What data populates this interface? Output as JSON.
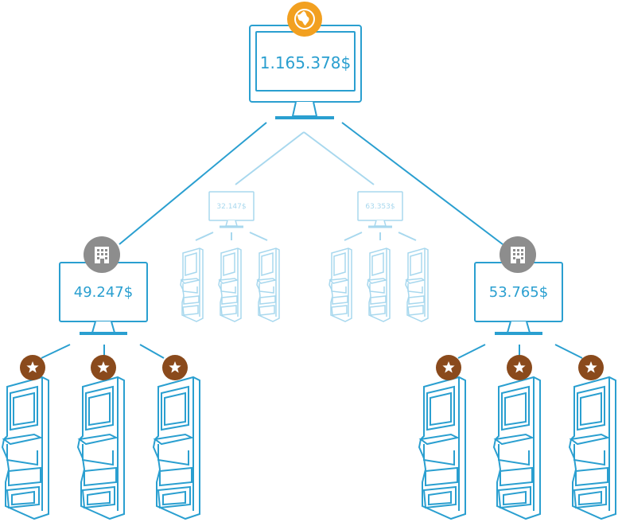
{
  "colors": {
    "line": "#2a9fd0",
    "line_faded": "#a8d8ee",
    "globe_badge": "#f2a020",
    "location_badge": "#8d8d8d",
    "star_badge": "#8a4a1c"
  },
  "root_monitor": {
    "value": "1.165.378$",
    "badge_icon": "globe-icon"
  },
  "site_monitors": [
    {
      "id": "left",
      "value": "49.247$",
      "badge_icon": "building-icon"
    },
    {
      "id": "right",
      "value": "53.765$",
      "badge_icon": "building-icon"
    }
  ],
  "faded_monitors": [
    {
      "id": "a",
      "value": "32.147$"
    },
    {
      "id": "b",
      "value": "63.353$"
    }
  ],
  "slot_machines": {
    "badge_icon": "star-icon",
    "per_site": 3
  }
}
